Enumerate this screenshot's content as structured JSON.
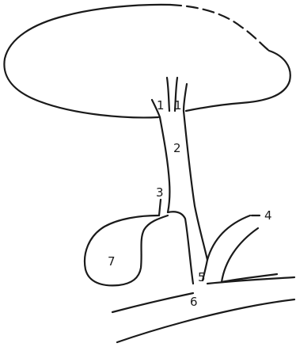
{
  "diagram": {
    "labels": {
      "l1a": "1",
      "l1b": "1",
      "l2": "2",
      "l3": "3",
      "l4": "4",
      "l5": "5",
      "l6": "6",
      "l7": "7"
    }
  }
}
